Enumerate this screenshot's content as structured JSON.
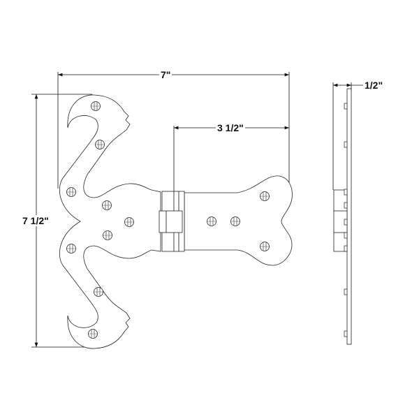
{
  "dimensions": {
    "overall_width": "7\"",
    "leaf_width": "3 1/2\"",
    "overall_height": "7 1/2\"",
    "thickness": "1/2\""
  },
  "colors": {
    "line": "#222222",
    "background": "#ffffff"
  }
}
